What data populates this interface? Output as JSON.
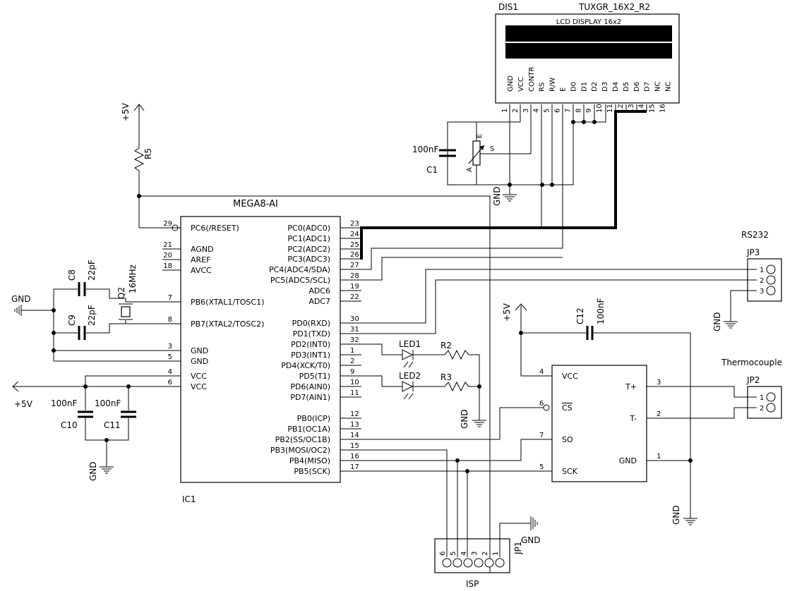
{
  "mcu": {
    "name": "MEGA8-AI",
    "ref": "IC1",
    "left_pins": [
      {
        "num": "29",
        "label": "PC6(/RESET)"
      },
      {
        "num": "21",
        "label": "AGND"
      },
      {
        "num": "20",
        "label": "AREF"
      },
      {
        "num": "18",
        "label": "AVCC"
      },
      {
        "num": "7",
        "label": "PB6(XTAL1/TOSC1)"
      },
      {
        "num": "8",
        "label": "PB7(XTAL2/TOSC2)"
      },
      {
        "num": "3",
        "label": "GND"
      },
      {
        "num": "5",
        "label": "GND"
      },
      {
        "num": "4",
        "label": "VCC"
      },
      {
        "num": "6",
        "label": "VCC"
      }
    ],
    "right_pins": [
      {
        "num": "23",
        "label": "PC0(ADC0)"
      },
      {
        "num": "24",
        "label": "PC1(ADC1)"
      },
      {
        "num": "25",
        "label": "PC2(ADC2)"
      },
      {
        "num": "26",
        "label": "PC3(ADC3)"
      },
      {
        "num": "27",
        "label": "PC4(ADC4/SDA)"
      },
      {
        "num": "28",
        "label": "PC5(ADC5/SCL)"
      },
      {
        "num": "19",
        "label": "ADC6"
      },
      {
        "num": "22",
        "label": "ADC7"
      },
      {
        "num": "30",
        "label": "PD0(RXD)"
      },
      {
        "num": "31",
        "label": "PD1(TXD)"
      },
      {
        "num": "32",
        "label": "PD2(INT0)"
      },
      {
        "num": "1",
        "label": "PD3(INT1)"
      },
      {
        "num": "2",
        "label": "PD4(XCK/T0)"
      },
      {
        "num": "9",
        "label": "PD5(T1)"
      },
      {
        "num": "10",
        "label": "PD6(AIN0)"
      },
      {
        "num": "11",
        "label": "PD7(AIN1)"
      },
      {
        "num": "12",
        "label": "PB0(ICP)"
      },
      {
        "num": "13",
        "label": "PB1(OC1A)"
      },
      {
        "num": "14",
        "label": "PB2(SS/OC1B)"
      },
      {
        "num": "15",
        "label": "PB3(MOSI/OC2)"
      },
      {
        "num": "16",
        "label": "PB4(MISO)"
      },
      {
        "num": "17",
        "label": "PB5(SCK)"
      }
    ]
  },
  "lcd": {
    "ref": "DIS1",
    "part": "TUXGR_16X2_R2",
    "title": "LCD DISPLAY 16x2",
    "pins": [
      {
        "num": "1",
        "label": "GND"
      },
      {
        "num": "2",
        "label": "VCC"
      },
      {
        "num": "3",
        "label": "CONTR"
      },
      {
        "num": "4",
        "label": "RS"
      },
      {
        "num": "5",
        "label": "R/W"
      },
      {
        "num": "6",
        "label": "E"
      },
      {
        "num": "7",
        "label": "D0"
      },
      {
        "num": "8",
        "label": "D1"
      },
      {
        "num": "9",
        "label": "D2"
      },
      {
        "num": "10",
        "label": "D3"
      },
      {
        "num": "11",
        "label": "D4"
      },
      {
        "num": "12",
        "label": "D5"
      },
      {
        "num": "13",
        "label": "D6"
      },
      {
        "num": "14",
        "label": "D7"
      },
      {
        "num": "15",
        "label": "NC"
      },
      {
        "num": "16",
        "label": "NC"
      }
    ]
  },
  "sensor": {
    "left_pins": [
      {
        "num": "4",
        "label": "VCC"
      },
      {
        "num": "6",
        "label": "CS"
      },
      {
        "num": "7",
        "label": "SO"
      },
      {
        "num": "5",
        "label": "SCK"
      }
    ],
    "right_pins": [
      {
        "num": "3",
        "label": "T+"
      },
      {
        "num": "2",
        "label": "T-"
      },
      {
        "num": "1",
        "label": "GND"
      }
    ]
  },
  "parts": {
    "r5": "R5",
    "c1": "C1",
    "c1_value": "100nF",
    "pot_a": "A",
    "pot_e": "E",
    "pot_s": "S",
    "c8": "C8",
    "c8_value": "22pF",
    "c9": "C9",
    "c9_value": "22pF",
    "q2": "Q2",
    "q2_value": "16MHz",
    "c10": "C10",
    "c10_value": "100nF",
    "c11": "C11",
    "c11_value": "100nF",
    "c12": "C12",
    "c12_value": "100nF",
    "led1": "LED1",
    "led2": "LED2",
    "r2": "R2",
    "r3": "R3"
  },
  "connectors": {
    "jp3": {
      "ref": "JP3",
      "title": "RS232",
      "pins": [
        "1",
        "2",
        "3"
      ]
    },
    "jp2": {
      "ref": "JP2",
      "title": "Thermocouple",
      "pins": [
        "1",
        "2"
      ]
    },
    "jp1": {
      "ref": "JP1",
      "title": "ISP",
      "pins": [
        "6",
        "5",
        "4",
        "3",
        "2",
        "1"
      ]
    }
  },
  "power": {
    "plus5v": "+5V",
    "gnd": "GND"
  },
  "colors": {
    "ink": "#000000",
    "paper": "#ffffff"
  }
}
